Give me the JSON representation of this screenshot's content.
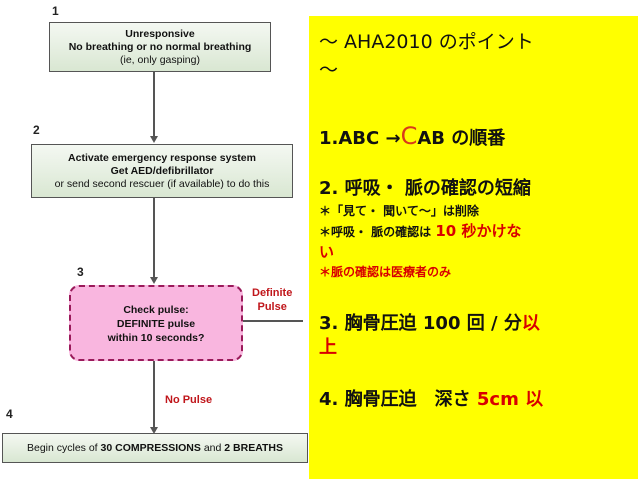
{
  "flowchart": {
    "steps": [
      {
        "number": "1",
        "lines": [
          "Unresponsive",
          "No breathing or no normal breathing",
          "(ie, only gasping)"
        ]
      },
      {
        "number": "2",
        "lines": [
          "Activate emergency response system",
          "Get AED/defibrillator",
          "or send second rescuer (if available) to do this"
        ]
      },
      {
        "number": "3",
        "lines": [
          "Check pulse:",
          "DEFINITE pulse",
          "within 10 seconds?"
        ]
      },
      {
        "number": "4",
        "text_prefix": "Begin cycles of ",
        "text_bold_1": "30 COMPRESSIONS",
        "text_mid": " and ",
        "text_bold_2": "2 BREATHS"
      }
    ],
    "branch_definite": [
      "Definite",
      "Pulse"
    ],
    "branch_no_pulse": "No Pulse"
  },
  "panel": {
    "title_line1": "～ AHA2010 のポイント",
    "title_line2": "～",
    "point1_prefix": "1.ABC →",
    "point1_c": "C",
    "point1_suffix": "AB の順番",
    "point2": "2. 呼吸・ 脈の確認の短縮",
    "point2_sub1": "＊「見て・ 聞いて～」は削除",
    "point2_sub2_prefix": "＊呼吸・ 脈の確認は ",
    "point2_sub2_red": "10 秒かけな",
    "point2_sub2_cont": "い",
    "point2_sub3": "＊脈の確認は医療者のみ",
    "point3_prefix": "3. 胸骨圧迫 100 回 / 分",
    "point3_red1": "以",
    "point3_red2": "上",
    "point4_prefix": "4. 胸骨圧迫　深さ ",
    "point4_red": "5cm",
    "point4_suffix": " 以"
  }
}
